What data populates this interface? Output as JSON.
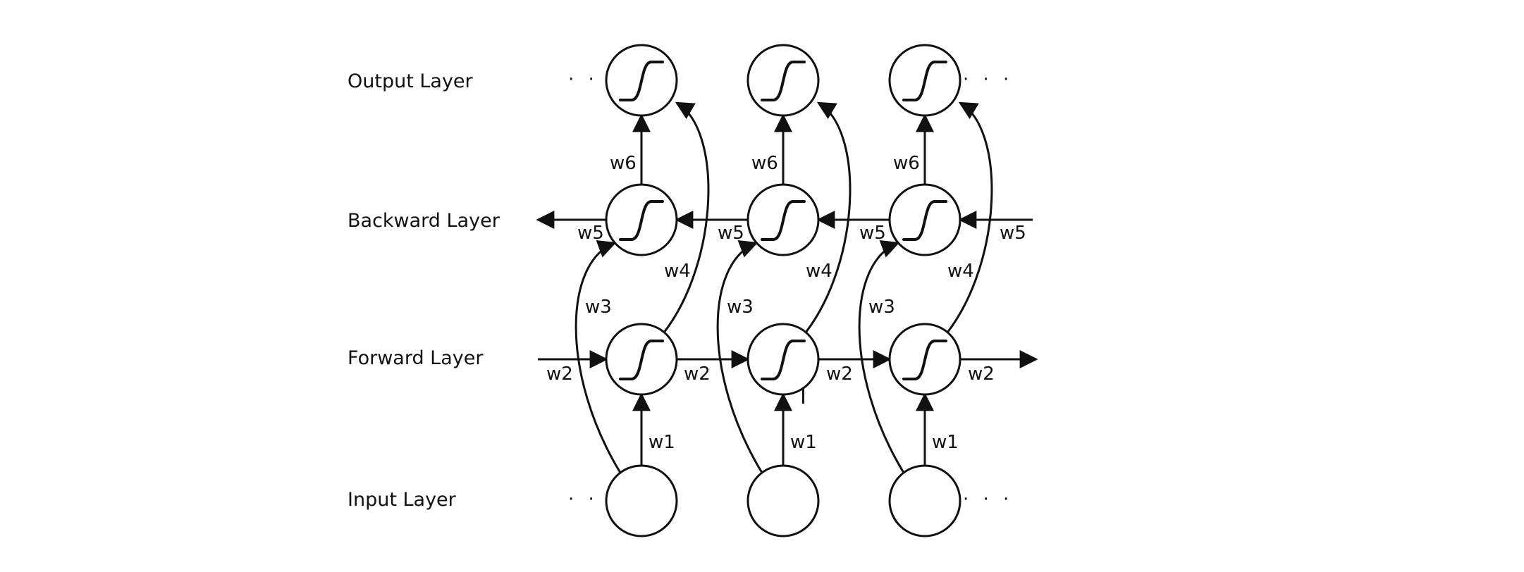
{
  "layers": {
    "output": "Output Layer",
    "backward": "Backward Layer",
    "forward": "Forward Layer",
    "input": "Input Layer"
  },
  "weights": {
    "w1": "w1",
    "w2": "w2",
    "w3": "w3",
    "w4": "w4",
    "w5": "w5",
    "w6": "w6"
  },
  "ellipsis": "· · ·",
  "columns": 3,
  "colors": {
    "stroke": "#111111",
    "background": "#ffffff"
  }
}
